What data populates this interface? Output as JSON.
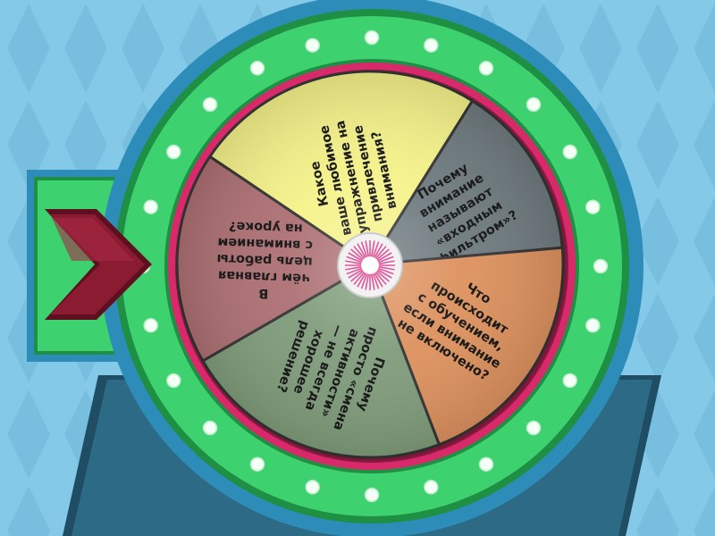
{
  "wheel": {
    "segments": [
      {
        "id": "attention-filter",
        "color": "#6e7a7e",
        "lines": [
          "Почему",
          "внимание",
          "называют",
          "«входным",
          "фильтром»?"
        ]
      },
      {
        "id": "passive-learning",
        "color": "#dd915d",
        "lines": [
          "Что",
          "происходит",
          "с обучением,",
          "если внимание",
          "не включено?"
        ]
      },
      {
        "id": "activity-change",
        "color": "#7f9c7a",
        "lines": [
          "Почему",
          "просто «смена",
          "активности»",
          "— не всегда",
          "хорошее",
          "решение?"
        ]
      },
      {
        "id": "main-goal",
        "color": "#ad7073",
        "lines": [
          "В",
          "чём главная",
          "цель работы",
          "с вниманием",
          "на уроке?"
        ]
      },
      {
        "id": "favorite-exercise",
        "color": "#f5f28a",
        "lines": [
          "Какое",
          "ваше любимое",
          "упражнение на",
          "привлечение",
          "внимания?"
        ]
      }
    ]
  },
  "colors": {
    "background": "#84c9e8",
    "background_diamond": "#78bfdf",
    "rim_blue": "#2e8db8",
    "rim_green": "#3ed170",
    "rim_green_dark": "#1f8f44",
    "rim_pink": "#d8296a",
    "stand": "#2c6a85",
    "arrow": "#8b1b30",
    "hub": "#ffffff",
    "hub_rays": "#e2569a"
  },
  "icons": {
    "pointer": "pointer-arrow-icon",
    "hub": "wheel-hub-icon"
  }
}
